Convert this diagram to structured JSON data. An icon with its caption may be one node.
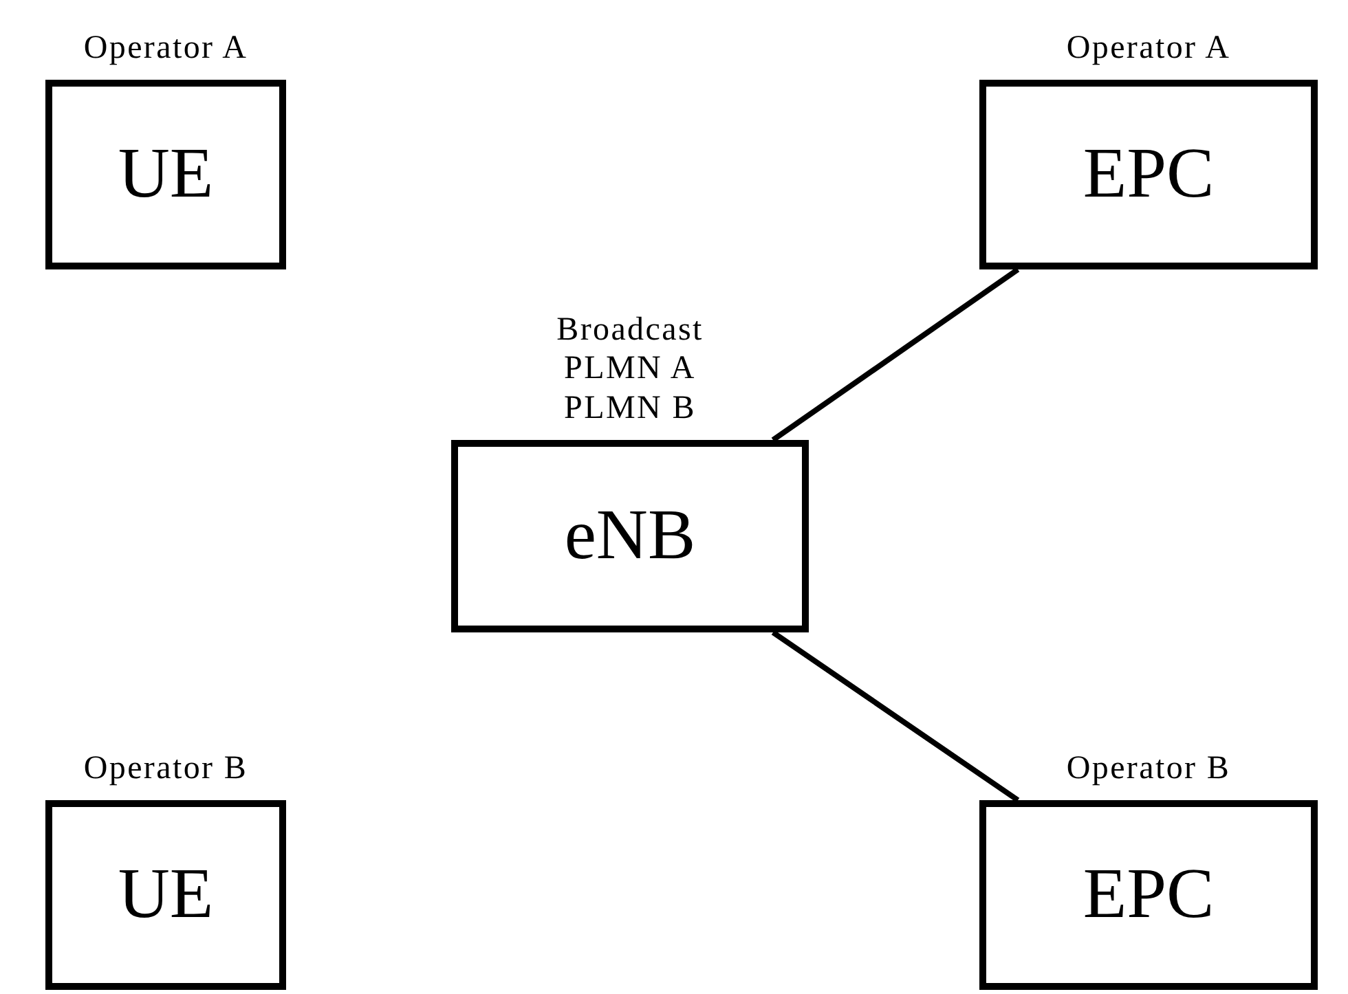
{
  "diagram": {
    "nodes": [
      {
        "text": [
          "Operator A",
          "UE"
        ]
      },
      {
        "text": [
          "Operator A",
          "EPC"
        ]
      },
      {
        "text": [
          "Broadcast PLMN A PLMN B",
          "eNB"
        ]
      },
      {
        "text": [
          "Operator B",
          "UE"
        ]
      },
      {
        "text": [
          "Operator B",
          "EPC"
        ]
      }
    ],
    "edges": [
      {
        "from": 2,
        "to": 1,
        "arrow": "none"
      },
      {
        "from": 2,
        "to": 4,
        "arrow": "none"
      }
    ]
  }
}
